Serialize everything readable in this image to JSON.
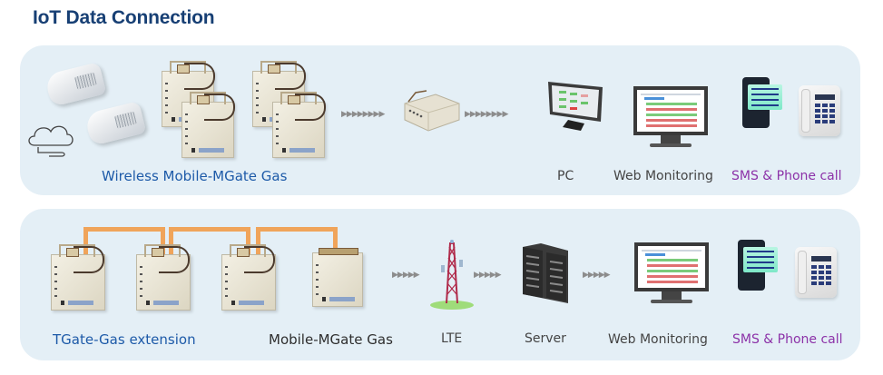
{
  "title": "IoT Data Connection",
  "top_panel": {
    "labels": {
      "source": "Wireless  Mobile-MGate  Gas",
      "pc": "PC",
      "web": "Web Monitoring",
      "sms": "SMS & Phone call"
    },
    "icons": [
      "gas-sensor-icon",
      "cloud-icon",
      "gas-module-icon",
      "gateway-icon",
      "pc-icon",
      "web-monitor-icon",
      "smartphone-icon",
      "desk-phone-icon"
    ],
    "arrows": "▶▶▶▶▶▶▶▶"
  },
  "bottom_panel": {
    "labels": {
      "extension": "TGate-Gas extension",
      "mobile": "Mobile-MGate Gas",
      "lte": "LTE",
      "server": "Server",
      "web": "Web Monitoring",
      "sms": "SMS & Phone call"
    },
    "arrows": "▶▶▶▶▶"
  },
  "colors": {
    "title": "#173f74",
    "panel_bg": "#e4eff6",
    "label_blue": "#1d5aa8",
    "label_purple": "#8c32a8",
    "link_orange": "#f0a45a"
  }
}
